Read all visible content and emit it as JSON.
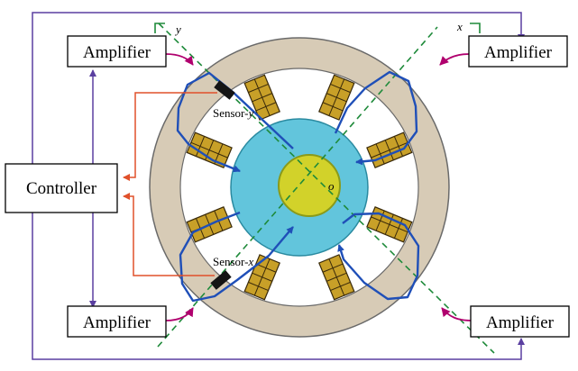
{
  "blocks": {
    "amp_top_left": "Amplifier",
    "amp_top_right": "Amplifier",
    "amp_bottom_left": "Amplifier",
    "amp_bottom_right": "Amplifier",
    "controller": "Controller"
  },
  "labels": {
    "sensor_y_prefix": "Sensor-",
    "sensor_y_axis": "y",
    "sensor_x_prefix": "Sensor-",
    "sensor_x_axis": "x",
    "axis_y": "y",
    "axis_x": "x",
    "origin": "o"
  },
  "colors": {
    "control_wire": "#5a3fa0",
    "sensor_wire": "#e0502a",
    "amp_arrow": "#b0006e",
    "flux_path": "#1f4fb8",
    "axis_line": "#1e8a3a",
    "stator_ring": "#d7cbb6",
    "pole_coil": "#c8a028",
    "air_gap": "#62c5dc",
    "rotor_core": "#d2d22a"
  }
}
